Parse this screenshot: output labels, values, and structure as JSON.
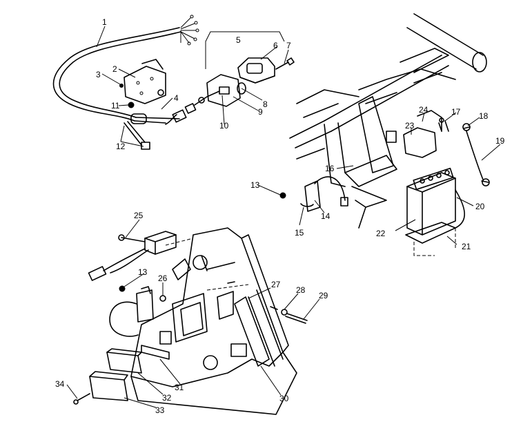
{
  "callouts": [
    "1",
    "2",
    "3",
    "4",
    "5",
    "6",
    "7",
    "8",
    "9",
    "10",
    "11",
    "12",
    "13",
    "14",
    "15",
    "16",
    "17",
    "18",
    "19",
    "20",
    "21",
    "22",
    "23",
    "24",
    "25",
    "26",
    "27",
    "28",
    "29",
    "30",
    "31",
    "32",
    "33",
    "13",
    "34"
  ]
}
